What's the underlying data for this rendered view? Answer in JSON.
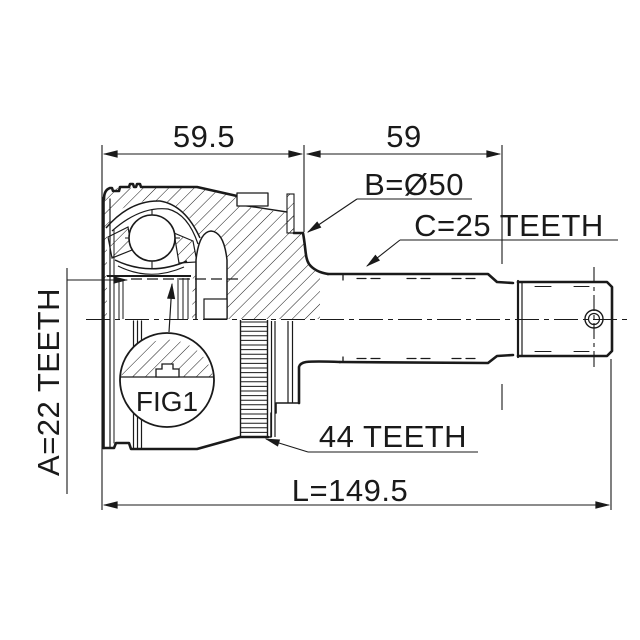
{
  "meta": {
    "ink_color": "#1a1a1a",
    "background_color": "#ffffff",
    "drawing_type": "cv-joint-outer-technical-drawing"
  },
  "drawing": {
    "figure_label": "FIG1",
    "dims": {
      "width_left": "59.5",
      "width_right": "59",
      "length": "L=149.5",
      "diameter": "B=Ø50",
      "outer_spline_teeth": "C=25 TEETH",
      "inner_spline_teeth": "A=22 TEETH",
      "abs_ring_teeth": "44 TEETH"
    }
  }
}
